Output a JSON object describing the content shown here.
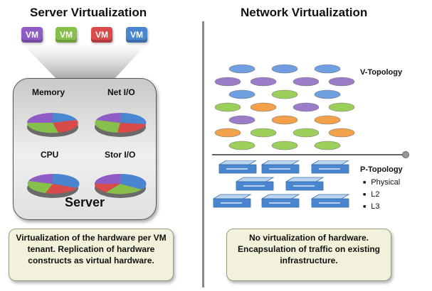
{
  "left": {
    "title": "Server Virtualization",
    "vms": [
      {
        "label": "VM",
        "color": "#8e5cc4"
      },
      {
        "label": "VM",
        "color": "#86c04a"
      },
      {
        "label": "VM",
        "color": "#d94a4a"
      },
      {
        "label": "VM",
        "color": "#4a86d0"
      }
    ],
    "resources": [
      "Memory",
      "Net I/O",
      "CPU",
      "Stor I/O"
    ],
    "server_label": "Server",
    "note": "Virtualization of the hardware per VM tenant.  Replication of hardware constructs as virtual hardware."
  },
  "right": {
    "title": "Network Virtualization",
    "v_topology": "V-Topology",
    "p_topology": "P-Topology",
    "p_items": [
      "Physical",
      "L2",
      "L3"
    ],
    "note": "No virtualization of hardware. Encapsulation of traffic on existing infrastructure."
  },
  "colors": {
    "purple": "#9a7cc8",
    "blue": "#6f9fe0",
    "green": "#9ccf5a",
    "orange": "#f2a04a",
    "red": "#d84a4a",
    "note_bg": "#f2f2dc",
    "divider": "#8a8a8a"
  }
}
